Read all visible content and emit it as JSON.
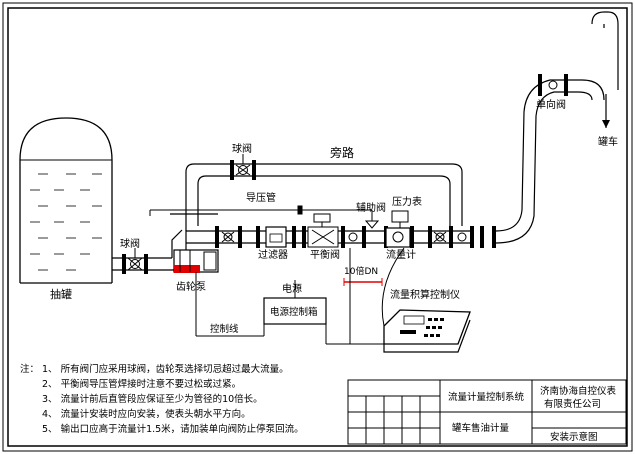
{
  "diagram": {
    "labels": {
      "tank": "抽罐",
      "bypass": "旁路",
      "pressure_line": "导压管",
      "ball_valve_left": "球阀",
      "ball_valve_top": "球阀",
      "auxiliary_valve": "辅助阀",
      "pressure_gauge": "压力表",
      "check_valve": "单向阀",
      "tanker": "罐车",
      "gear_pump": "齿轮泵",
      "filter": "过滤器",
      "balance_valve": "平衡阀",
      "ten_dn": "10倍DN",
      "flow_meter": "流量计",
      "power_supply": "电源",
      "power_control_box": "电源控制箱",
      "control_line": "控制线",
      "instrument": "流量积算控制仪"
    },
    "notes": {
      "prefix": "注：",
      "items": [
        "1、 所有阀门应采用球阀，齿轮泵选择切忌超过最大流量。",
        "2、 平衡阀导压管焊接时注意不要过松或过紧。",
        "3、 流量计前后直管段应保证至少为管径的10倍长。",
        "4、 流量计安装时应向安装，使表头朝水平方向。",
        "5、 输出口应高于流量计1.5米，请加装单向阀防止停泵回流。"
      ]
    },
    "title_block": {
      "system": "流量计量控制系统",
      "subtitle": "罐车售油计量",
      "company_line1": "济南协海自控仪表",
      "company_line2": "有限责任公司",
      "drawing": "安装示意图"
    }
  }
}
